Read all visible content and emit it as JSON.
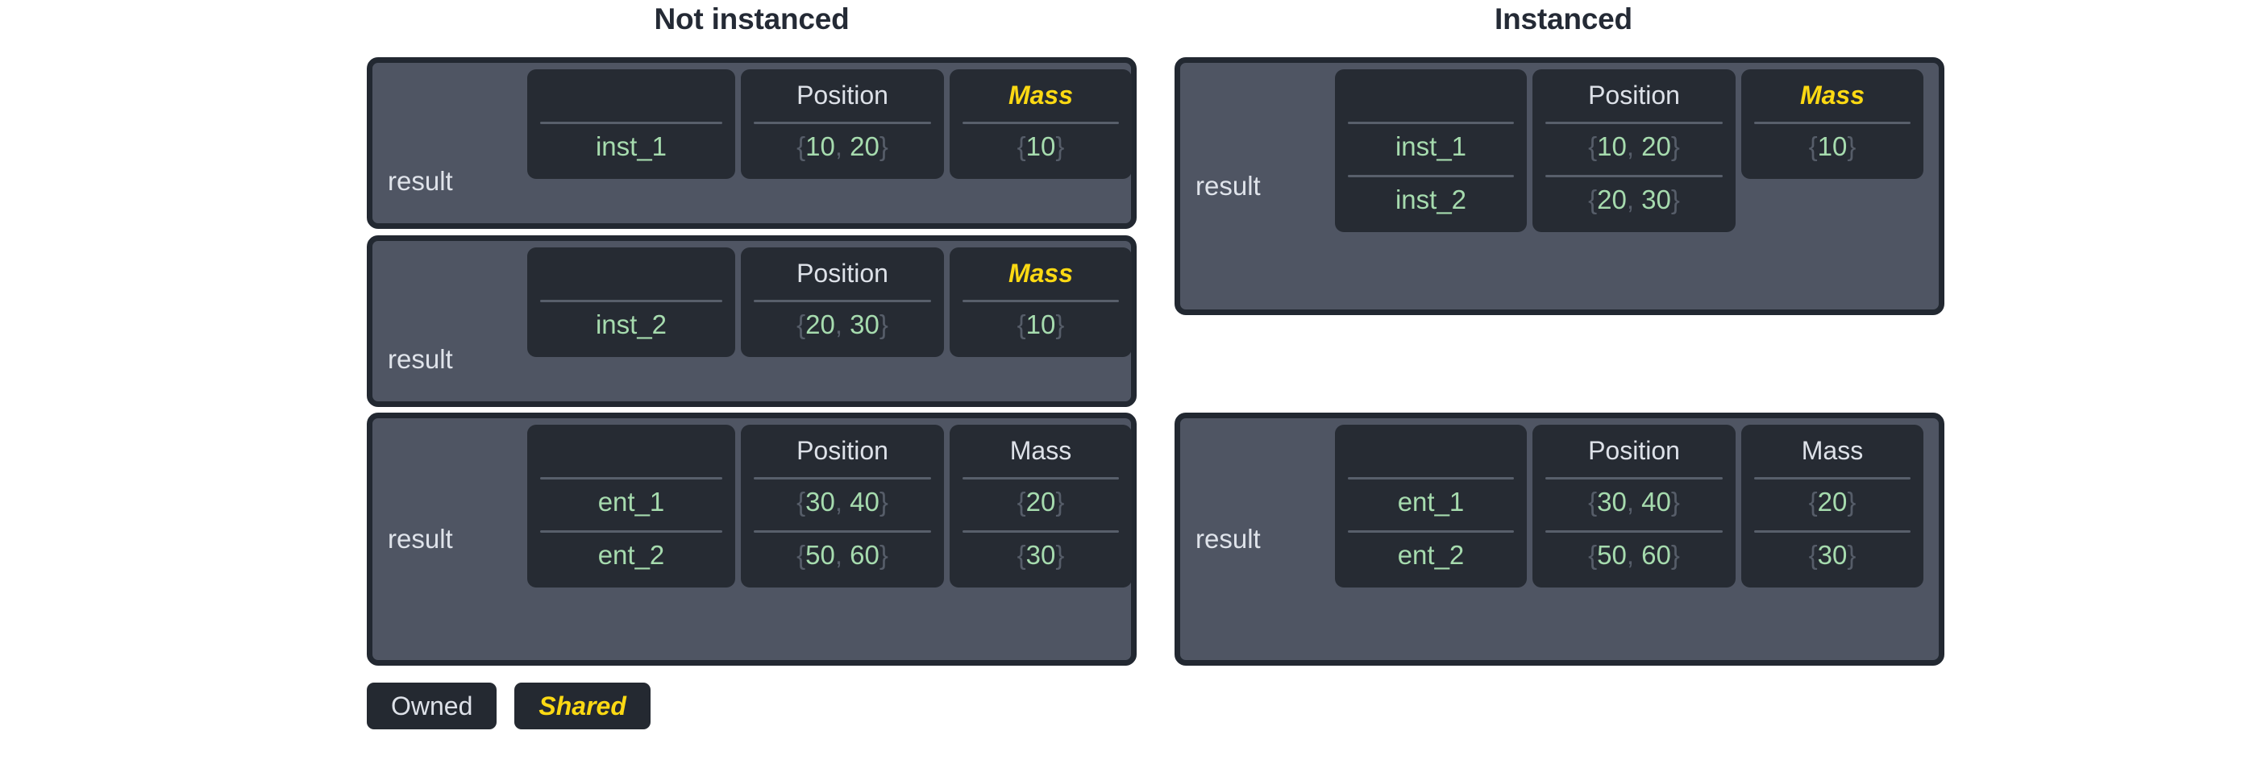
{
  "headings": {
    "not_instanced": "Not instanced",
    "instanced": "Instanced"
  },
  "labels": {
    "result": "result"
  },
  "columns": {
    "name_header": "",
    "position_header": "Position",
    "mass_header": "Mass"
  },
  "legend": {
    "owned": "Owned",
    "shared": "Shared"
  },
  "colors": {
    "panel_border": "#222831",
    "panel_fill": "#4f5563",
    "column_fill": "#262b33",
    "value_green": "#a6dbae",
    "brace_gray": "#565d69",
    "shared_yellow": "#fcd913",
    "header_white": "#dde1e8",
    "title_dark": "#242a35",
    "page_background": "#ffffff"
  },
  "not_instanced": {
    "tables": [
      {
        "label": "result",
        "mass_shared": true,
        "rows": [
          {
            "name": "inst_1",
            "position": "{10, 20}",
            "mass": "{10}"
          }
        ]
      },
      {
        "label": "result",
        "mass_shared": true,
        "rows": [
          {
            "name": "inst_2",
            "position": "{20, 30}",
            "mass": "{10}"
          }
        ]
      },
      {
        "label": "result",
        "mass_shared": false,
        "rows": [
          {
            "name": "ent_1",
            "position": "{30, 40}",
            "mass": "{20}"
          },
          {
            "name": "ent_2",
            "position": "{50, 60}",
            "mass": "{30}"
          }
        ]
      }
    ]
  },
  "instanced": {
    "tables": [
      {
        "label": "result",
        "mass_shared": true,
        "mass_is_single_shared": true,
        "rows": [
          {
            "name": "inst_1",
            "position": "{10, 20}",
            "mass": "{10}"
          },
          {
            "name": "inst_2",
            "position": "{20, 30}",
            "mass": null
          }
        ],
        "shared_mass_value": "{10}"
      },
      {
        "label": "result",
        "mass_shared": false,
        "mass_is_single_shared": false,
        "rows": [
          {
            "name": "ent_1",
            "position": "{30, 40}",
            "mass": "{20}"
          },
          {
            "name": "ent_2",
            "position": "{50, 60}",
            "mass": "{30}"
          }
        ]
      }
    ]
  }
}
